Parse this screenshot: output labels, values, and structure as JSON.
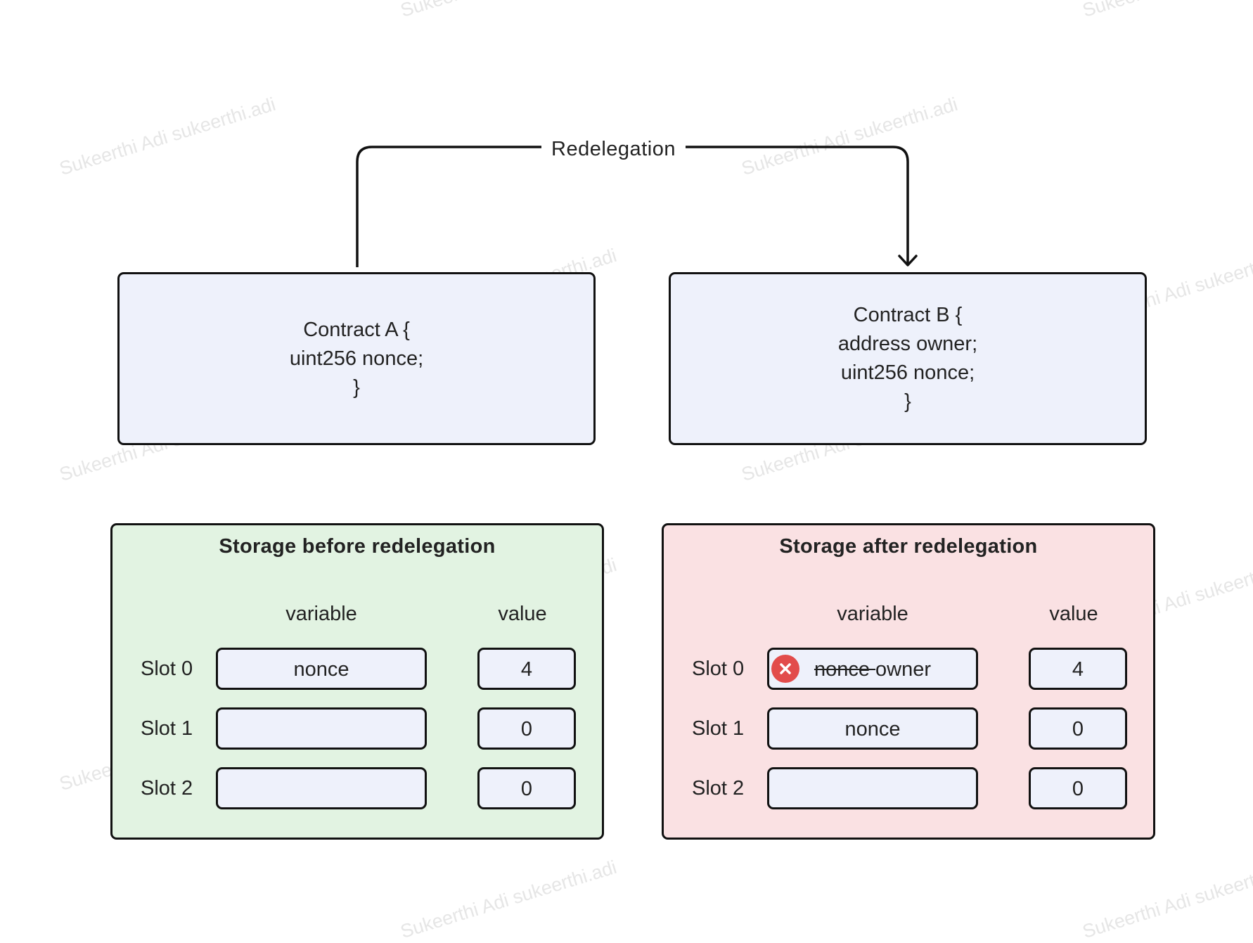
{
  "watermark_text": "Sukeerthi Adi sukeerthi.adi",
  "arrow": {
    "label": "Redelegation"
  },
  "contract_a": {
    "lines": [
      "Contract A {",
      "uint256 nonce;",
      "}"
    ]
  },
  "contract_b": {
    "lines": [
      "Contract B {",
      "address owner;",
      "uint256 nonce;",
      "}"
    ]
  },
  "storage_before": {
    "title": "Storage before redelegation",
    "col_variable": "variable",
    "col_value": "value",
    "rows": [
      {
        "slot": "Slot 0",
        "variable": "nonce",
        "value": "4"
      },
      {
        "slot": "Slot 1",
        "variable": "",
        "value": "0"
      },
      {
        "slot": "Slot 2",
        "variable": "",
        "value": "0"
      }
    ]
  },
  "storage_after": {
    "title": "Storage after redelegation",
    "col_variable": "variable",
    "col_value": "value",
    "rows": [
      {
        "slot": "Slot 0",
        "variable_old": "nonce",
        "variable": "owner",
        "value": "4",
        "icon": "error-x-icon"
      },
      {
        "slot": "Slot 1",
        "variable": "nonce",
        "value": "0"
      },
      {
        "slot": "Slot 2",
        "variable": "",
        "value": "0"
      }
    ]
  },
  "colors": {
    "before_panel": "#e2f3e2",
    "after_panel": "#fae1e3",
    "box_fill": "#eef1fb",
    "error_icon": "#e24c4b"
  }
}
